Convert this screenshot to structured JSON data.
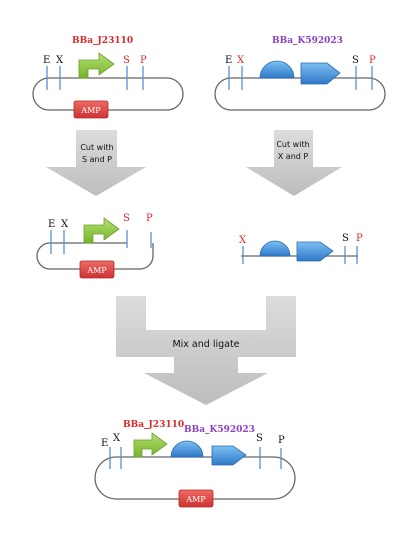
{
  "colors": {
    "red_label": "#e0262a",
    "purple_label": "#8b3fc6",
    "promoter_green": "#8dc63f",
    "blue_part": "#3d86d6",
    "amp_fill": "#d83b3b",
    "arrow_gray": "#c8c8c8",
    "site_line": "#5b8fd6"
  },
  "parts": {
    "promoter_name": "BBa_J23110",
    "gene_name": "BBa_K592023",
    "amp_label": "AMP"
  },
  "sites": {
    "e": "E",
    "x": "X",
    "s": "S",
    "p": "P"
  },
  "steps": {
    "cut_left_line1": "Cut with",
    "cut_left_line2": "S and P",
    "cut_right_line1": "Cut with",
    "cut_right_line2": "X and P",
    "mix": "Mix and ligate"
  }
}
